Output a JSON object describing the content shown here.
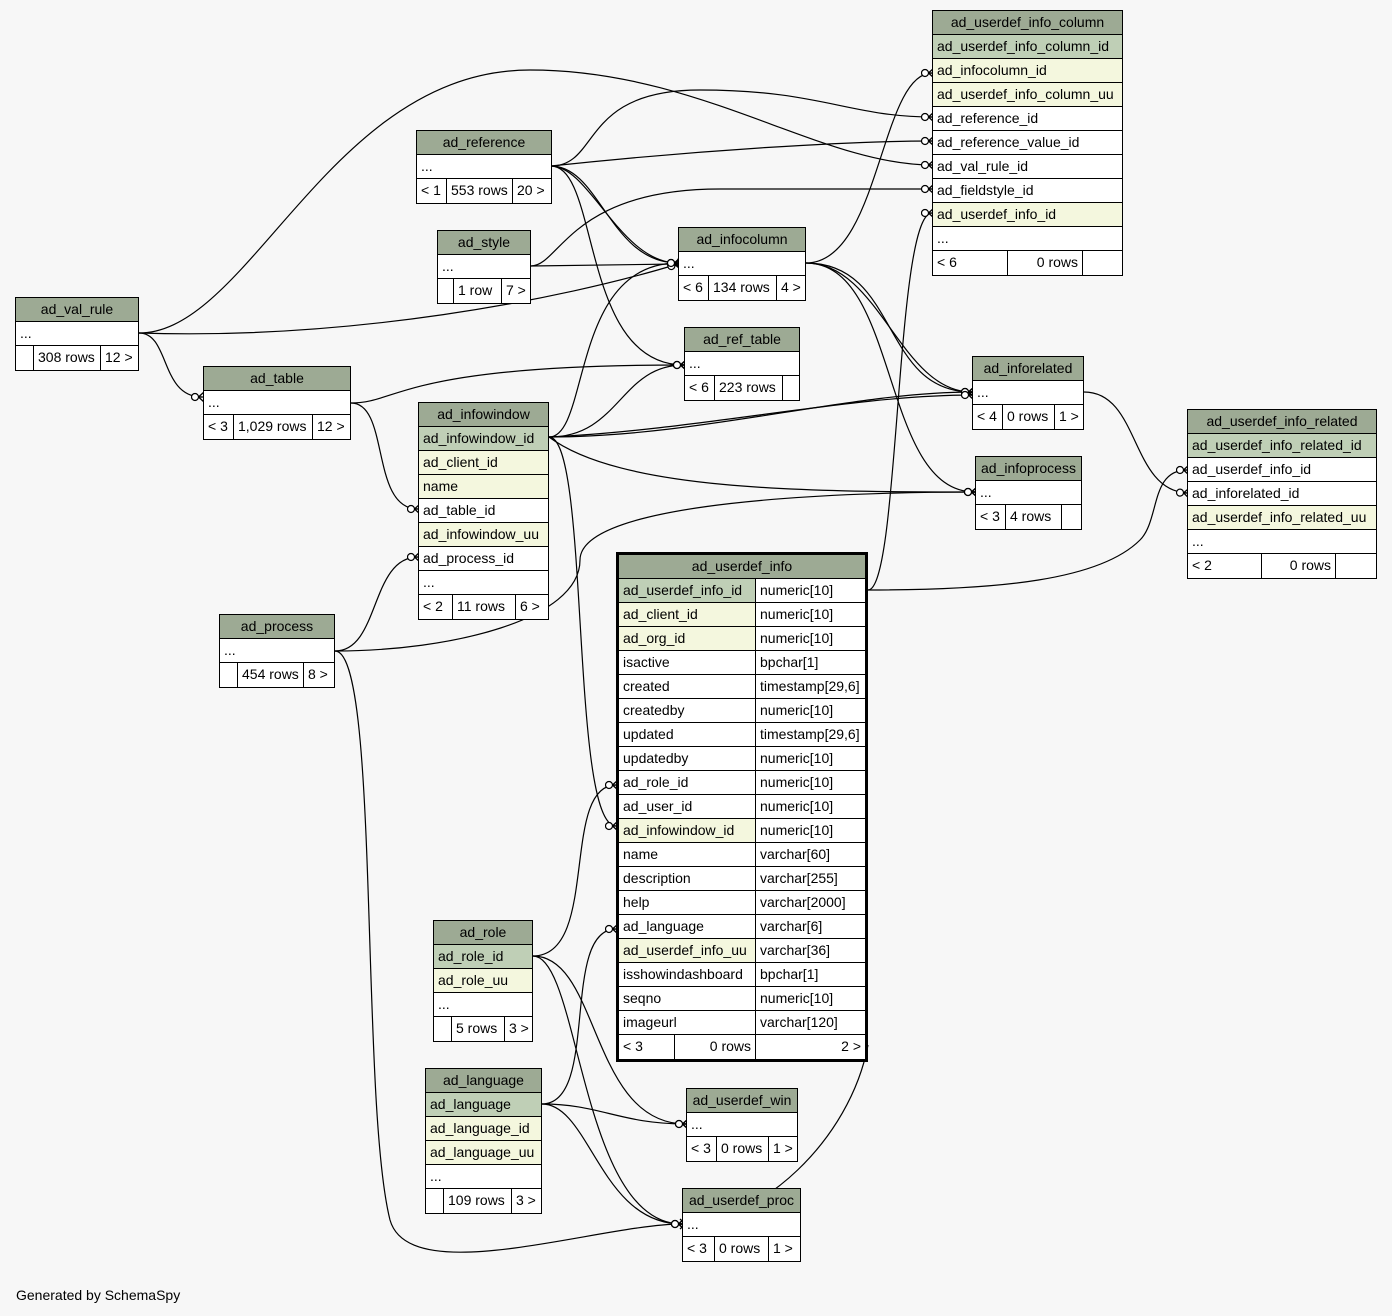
{
  "footer": "Generated by SchemaSpy",
  "tables": {
    "ad_userdef_info_column": {
      "name": "ad_userdef_info_column",
      "columns": [
        "ad_userdef_info_column_id",
        "ad_infocolumn_id",
        "ad_userdef_info_column_uu",
        "ad_reference_id",
        "ad_reference_value_id",
        "ad_val_rule_id",
        "ad_fieldstyle_id",
        "ad_userdef_info_id",
        "..."
      ],
      "footer": [
        "< 6",
        "0 rows",
        ""
      ]
    },
    "ad_reference": {
      "name": "ad_reference",
      "columns": [
        "..."
      ],
      "footer": [
        "< 1",
        "553 rows",
        "20 >"
      ]
    },
    "ad_style": {
      "name": "ad_style",
      "columns": [
        "..."
      ],
      "footer": [
        "",
        "1 row",
        "7 >"
      ]
    },
    "ad_infocolumn": {
      "name": "ad_infocolumn",
      "columns": [
        "..."
      ],
      "footer": [
        "< 6",
        "134 rows",
        "4 >"
      ]
    },
    "ad_val_rule": {
      "name": "ad_val_rule",
      "columns": [
        "..."
      ],
      "footer": [
        "",
        "308 rows",
        "12 >"
      ]
    },
    "ad_ref_table": {
      "name": "ad_ref_table",
      "columns": [
        "..."
      ],
      "footer": [
        "< 6",
        "223 rows",
        ""
      ]
    },
    "ad_table": {
      "name": "ad_table",
      "columns": [
        "..."
      ],
      "footer": [
        "< 3",
        "1,029 rows",
        "12 >"
      ]
    },
    "ad_infowindow": {
      "name": "ad_infowindow",
      "columns": [
        "ad_infowindow_id",
        "ad_client_id",
        "name",
        "ad_table_id",
        "ad_infowindow_uu",
        "ad_process_id",
        "..."
      ],
      "footer": [
        "< 2",
        "11 rows",
        "6 >"
      ]
    },
    "ad_inforelated": {
      "name": "ad_inforelated",
      "columns": [
        "..."
      ],
      "footer": [
        "< 4",
        "0 rows",
        "1 >"
      ]
    },
    "ad_infoprocess": {
      "name": "ad_infoprocess",
      "columns": [
        "..."
      ],
      "footer": [
        "< 3",
        "4 rows",
        ""
      ]
    },
    "ad_userdef_info_related": {
      "name": "ad_userdef_info_related",
      "columns": [
        "ad_userdef_info_related_id",
        "ad_userdef_info_id",
        "ad_inforelated_id",
        "ad_userdef_info_related_uu",
        "..."
      ],
      "footer": [
        "< 2",
        "0 rows",
        ""
      ]
    },
    "ad_process": {
      "name": "ad_process",
      "columns": [
        "..."
      ],
      "footer": [
        "",
        "454 rows",
        "8 >"
      ]
    },
    "ad_userdef_info": {
      "name": "ad_userdef_info",
      "columns": [
        {
          "name": "ad_userdef_info_id",
          "type": "numeric[10]"
        },
        {
          "name": "ad_client_id",
          "type": "numeric[10]"
        },
        {
          "name": "ad_org_id",
          "type": "numeric[10]"
        },
        {
          "name": "isactive",
          "type": "bpchar[1]"
        },
        {
          "name": "created",
          "type": "timestamp[29,6]"
        },
        {
          "name": "createdby",
          "type": "numeric[10]"
        },
        {
          "name": "updated",
          "type": "timestamp[29,6]"
        },
        {
          "name": "updatedby",
          "type": "numeric[10]"
        },
        {
          "name": "ad_role_id",
          "type": "numeric[10]"
        },
        {
          "name": "ad_user_id",
          "type": "numeric[10]"
        },
        {
          "name": "ad_infowindow_id",
          "type": "numeric[10]"
        },
        {
          "name": "name",
          "type": "varchar[60]"
        },
        {
          "name": "description",
          "type": "varchar[255]"
        },
        {
          "name": "help",
          "type": "varchar[2000]"
        },
        {
          "name": "ad_language",
          "type": "varchar[6]"
        },
        {
          "name": "ad_userdef_info_uu",
          "type": "varchar[36]"
        },
        {
          "name": "isshowindashboard",
          "type": "bpchar[1]"
        },
        {
          "name": "seqno",
          "type": "numeric[10]"
        },
        {
          "name": "imageurl",
          "type": "varchar[120]"
        }
      ],
      "footer": [
        "< 3",
        "0 rows",
        "2 >"
      ]
    },
    "ad_role": {
      "name": "ad_role",
      "columns": [
        "ad_role_id",
        "ad_role_uu",
        "..."
      ],
      "footer": [
        "",
        "5 rows",
        "3 >"
      ]
    },
    "ad_userdef_win": {
      "name": "ad_userdef_win",
      "columns": [
        "..."
      ],
      "footer": [
        "< 3",
        "0 rows",
        "1 >"
      ]
    },
    "ad_language": {
      "name": "ad_language",
      "columns": [
        "ad_language",
        "ad_language_id",
        "ad_language_uu",
        "..."
      ],
      "footer": [
        "",
        "109 rows",
        "3 >"
      ]
    },
    "ad_userdef_proc": {
      "name": "ad_userdef_proc",
      "columns": [
        "..."
      ],
      "footer": [
        "< 3",
        "0 rows",
        "1 >"
      ]
    }
  }
}
